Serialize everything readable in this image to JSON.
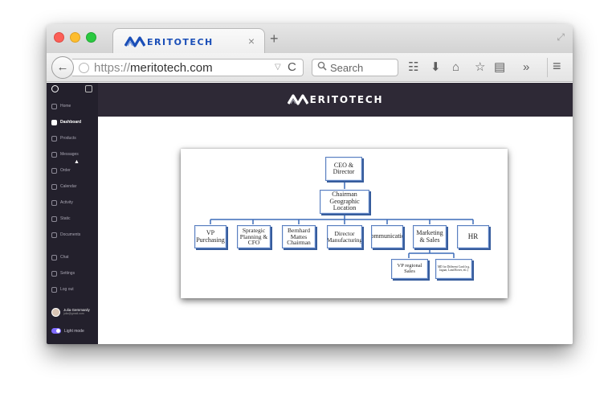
{
  "browser": {
    "tab_title": "ERITOTECH",
    "url_scheme": "https://",
    "url_host": "meritotech.com",
    "search_placeholder": "Search",
    "glyphs": {
      "back": "←",
      "close": "×",
      "new_tab": "+",
      "restore": "⤢",
      "reload": "C",
      "dropdown": "▽",
      "search": "🔍",
      "reader": "☷",
      "download": "⬇",
      "home": "⌂",
      "bookmark": "☆",
      "clipboard": "▤",
      "overflow": "»",
      "menu": "≡"
    }
  },
  "sidebar": {
    "items": [
      {
        "label": "Home",
        "icon": "home-icon"
      },
      {
        "label": "Dashboard",
        "icon": "grid-icon",
        "active": true
      },
      {
        "label": "Products",
        "icon": "box-icon"
      },
      {
        "label": "Messages",
        "icon": "message-icon"
      },
      {
        "label": "Order",
        "icon": "bag-icon"
      },
      {
        "label": "Calendar",
        "icon": "calendar-icon"
      },
      {
        "label": "Activity",
        "icon": "activity-icon"
      },
      {
        "label": "Static",
        "icon": "chart-icon"
      },
      {
        "label": "Documents",
        "icon": "document-icon"
      },
      {
        "label": "Chat",
        "icon": "chat-icon"
      },
      {
        "label": "Settings",
        "icon": "gear-icon"
      },
      {
        "label": "Log out",
        "icon": "logout-icon"
      }
    ],
    "user": {
      "name": "Julia Gemmardy",
      "email": "julia@gmail.com"
    },
    "theme_label": "Light mode",
    "accent": "#7f6bff"
  },
  "site": {
    "logo_text": "ERITOTECH",
    "header_bg": "#2e2936"
  },
  "org_chart": {
    "ceo": "CEO & Director",
    "chairman": "Chairman Geographic Location",
    "departments": [
      "VP Purchasing",
      "Sprategic Planning & CFO",
      "Bernhard Mattes Chairman",
      "Director Manufacturing",
      "Communication",
      "Marketing & Sales",
      "HR"
    ],
    "sub_units": [
      "VP regional Sales",
      "MD for Different Card (e.g. Jaguar, Land Rover, etc.)"
    ],
    "box_border": "#5b7fbf"
  }
}
